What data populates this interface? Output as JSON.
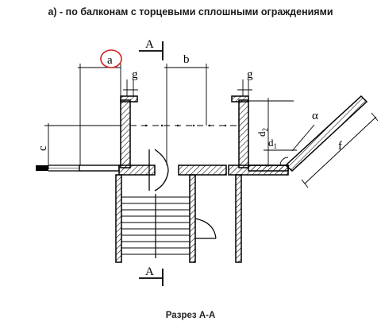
{
  "title": "а) - по балконам с торцевыми сплошными ограждениями",
  "caption": "Разрез А-А",
  "labels": {
    "section_mark": "A",
    "a": "a",
    "b": "b",
    "g_left": "g",
    "g_right": "g",
    "c": "c",
    "d2_base": "d",
    "d2_sub": "2",
    "d1_base": "d",
    "d1_sub": "1",
    "alpha": "α",
    "f": "f"
  },
  "colors": {
    "line": "#000000",
    "highlight_circle": "#d62020"
  }
}
